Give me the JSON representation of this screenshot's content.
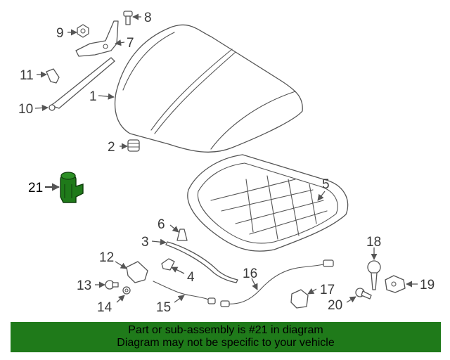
{
  "diagram": {
    "labels": {
      "p1": "1",
      "p2": "2",
      "p3": "3",
      "p4": "4",
      "p5": "5",
      "p6": "6",
      "p7": "7",
      "p8": "8",
      "p9": "9",
      "p10": "10",
      "p11": "11",
      "p12": "12",
      "p13": "13",
      "p14": "14",
      "p15": "15",
      "p16": "16",
      "p17": "17",
      "p18": "18",
      "p19": "19",
      "p20": "20",
      "p21": "21"
    },
    "highlight_color": "#1f7a1a"
  },
  "banner": {
    "line1": "Part or sub-assembly is #21 in diagram",
    "line2": "Diagram may not be specific to your vehicle",
    "background": "#1f7a1a"
  }
}
